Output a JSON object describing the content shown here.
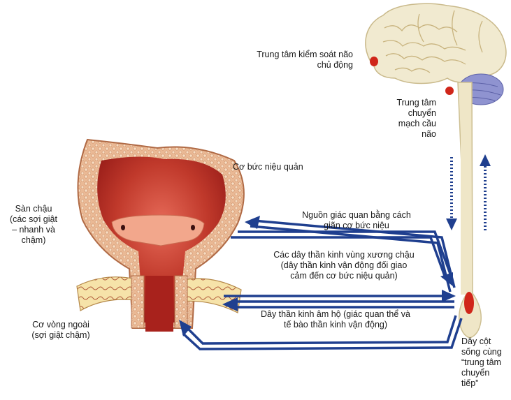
{
  "labels": {
    "cortex": "Trung tâm kiểm soát não\nchủ động",
    "pons": "Trung tâm\nchuyển\nmạch cầu\nnão",
    "detrusor": "Cơ bức niệu quản",
    "pelvic_floor": "Sàn chậu\n(các sợi giật\n– nhanh và\nchậm)",
    "sensory": "Nguồn giác quan bằng cách\ngiãn cơ bức niệu",
    "pelvic_nerves": "Các dây thần kinh vùng xương chậu\n(dây thần kinh vận động đối giao\ncảm đến cơ bức niệu quản)",
    "pudendal": "Dây thần kinh âm hộ (giác quan thể và\ntế bào thần kinh vận động)",
    "sphincter": "Cơ vòng ngoài\n(sợi giật chậm)",
    "sacral": "Dây cột\nsống cùng\n“trung tâm\nchuyển\ntiếp”"
  },
  "colors": {
    "arrow": "#1f3f8f",
    "brain": "#f1ead0",
    "cerebellum": "#8f93d0",
    "spinal_cord": "#efe6c7",
    "red_center": "#d0261a",
    "bladder_wall": "#e9b48f",
    "bladder_lumen": "#c0392b"
  },
  "icons": [
    "brain-icon",
    "cerebellum-icon",
    "spinal-cord-icon",
    "bladder-icon"
  ]
}
